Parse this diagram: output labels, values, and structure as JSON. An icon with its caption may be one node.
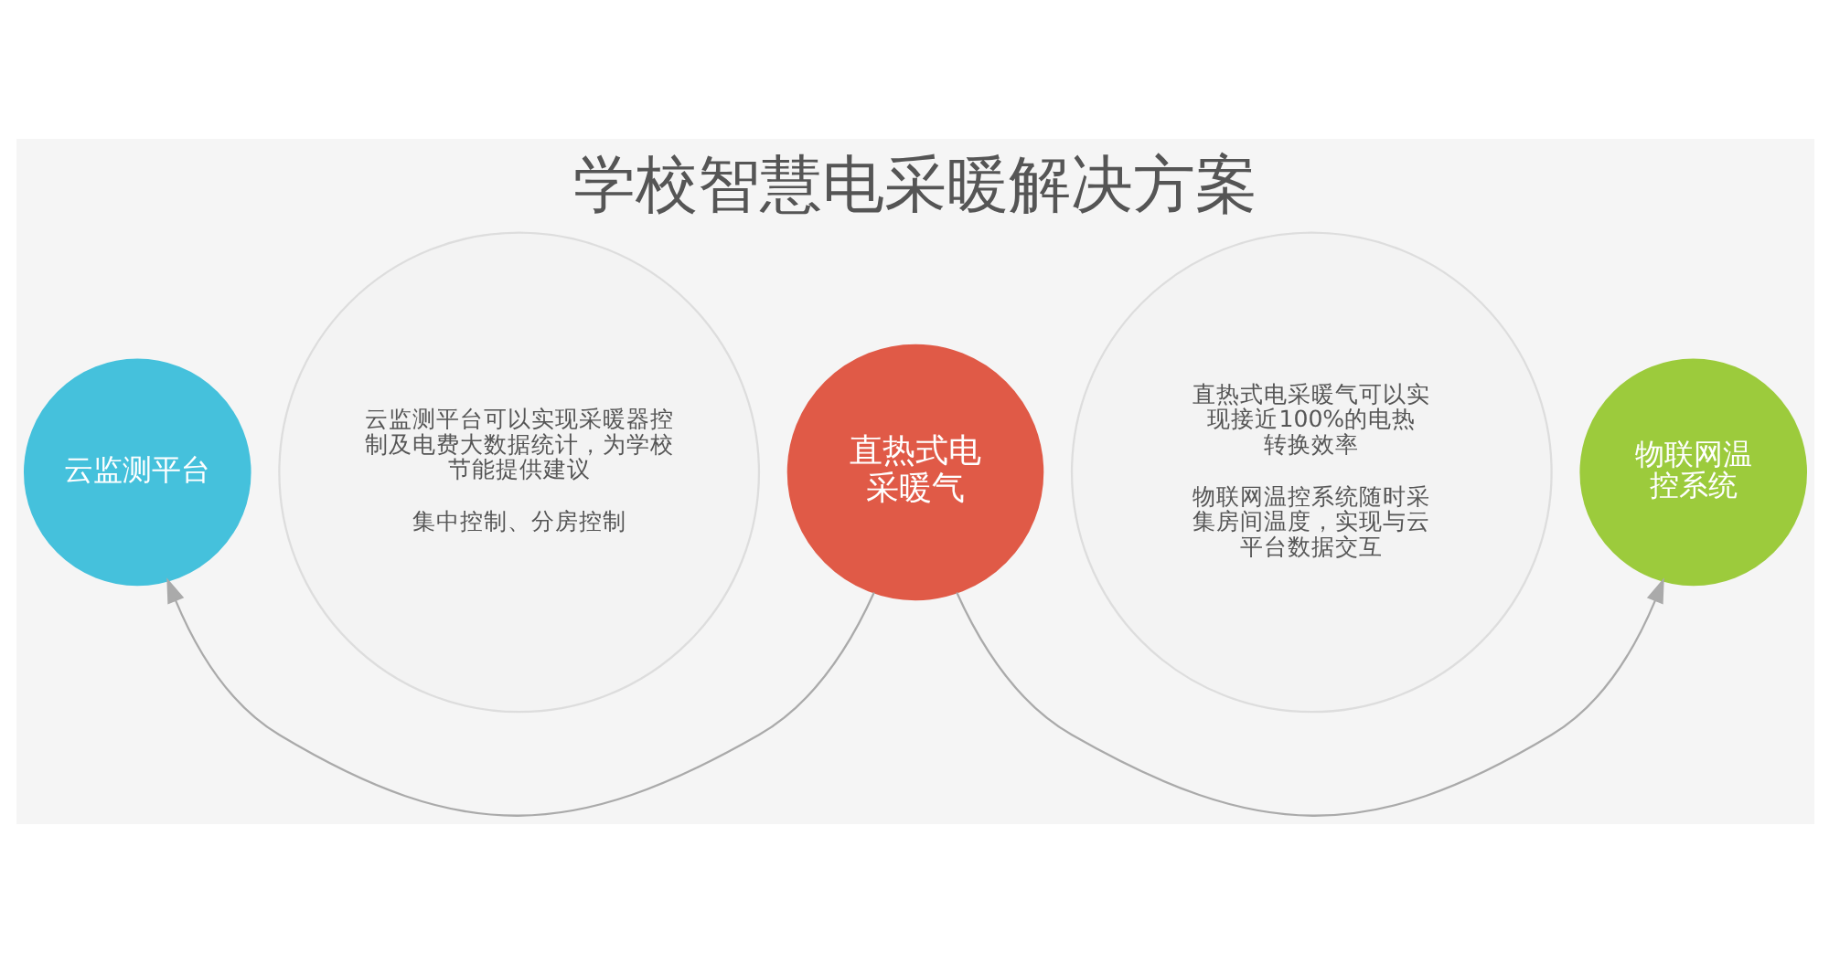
{
  "diagram": {
    "title": "学校智慧电采暖解决方案",
    "nodes": [
      {
        "text": [
          "云监测平台"
        ]
      },
      {
        "text": [
          "直热式电采暖气"
        ]
      },
      {
        "text": [
          "物联网温控系统"
        ]
      },
      {
        "text": [
          "云监测平台可以实现采暖器控制及电费大数据统计，为学校节能提供建议",
          "集中控制、分房控制"
        ]
      },
      {
        "text": [
          "直热式电采暖气可以实现接近100%的电热转换效率",
          "物联网温控系统随时采集房间温度，实现与云平台数据交互"
        ]
      }
    ],
    "edges": [
      {
        "from": 1,
        "to": 0,
        "arrow": "to"
      },
      {
        "from": 1,
        "to": 2,
        "arrow": "to"
      }
    ]
  }
}
